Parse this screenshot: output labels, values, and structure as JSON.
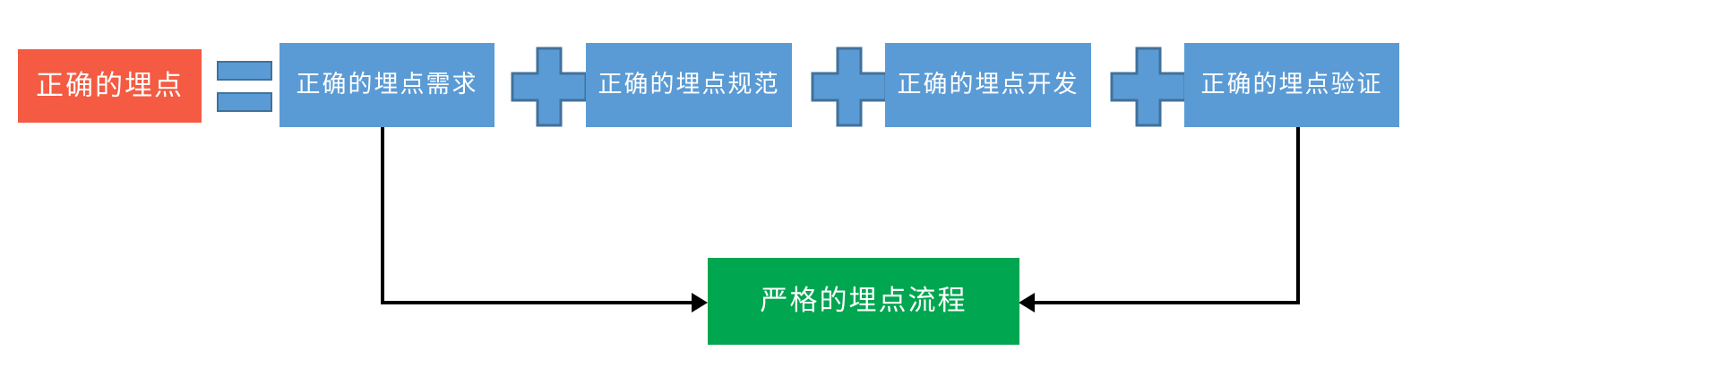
{
  "diagram": {
    "title_node": {
      "label": "正确的埋点",
      "color": "#f45b42",
      "text_color": "#ffffff"
    },
    "equals_operator": {
      "icon": "equals-sign",
      "fill": "#5b9bd5",
      "stroke": "#41719c"
    },
    "components": [
      {
        "label": "正确的埋点需求",
        "color": "#5b9bd5"
      },
      {
        "label": "正确的埋点规范",
        "color": "#5b9bd5"
      },
      {
        "label": "正确的埋点开发",
        "color": "#5b9bd5"
      },
      {
        "label": "正确的埋点验证",
        "color": "#5b9bd5"
      }
    ],
    "plus_operators": [
      {
        "icon": "plus-sign",
        "fill": "#5b9bd5",
        "stroke": "#41719c"
      },
      {
        "icon": "plus-sign",
        "fill": "#5b9bd5",
        "stroke": "#41719c"
      },
      {
        "icon": "plus-sign",
        "fill": "#5b9bd5",
        "stroke": "#41719c"
      }
    ],
    "outcome_node": {
      "label": "严格的埋点流程",
      "color": "#00a650",
      "text_color": "#ffffff"
    },
    "connectors": [
      {
        "from": "正确的埋点需求",
        "to": "严格的埋点流程",
        "style": "elbow",
        "arrow": "right"
      },
      {
        "from": "正确的埋点验证",
        "to": "严格的埋点流程",
        "style": "elbow",
        "arrow": "left"
      }
    ]
  }
}
